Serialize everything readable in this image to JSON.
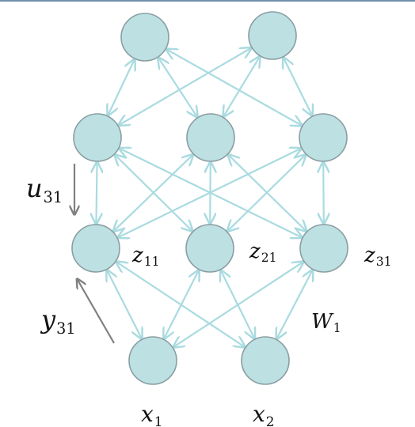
{
  "colors": {
    "node_fill": "#bde0e3",
    "node_stroke": "#8a9ea2",
    "edge": "#a9dbe0",
    "annotation_arrow": "#808080",
    "top_rule": "#6f8faf"
  },
  "labels": {
    "z11": {
      "base": "z",
      "sub": "11"
    },
    "z21": {
      "base": "z",
      "sub": "21"
    },
    "z31": {
      "base": "z",
      "sub": "31"
    },
    "u31": {
      "base": "u",
      "sub": "31"
    },
    "y31": {
      "base": "y",
      "sub": "31"
    },
    "w1": {
      "base": "W",
      "sub": "1"
    },
    "x1": {
      "base": "x",
      "sub": "1"
    },
    "x2": {
      "base": "x",
      "sub": "2"
    }
  },
  "layers": [
    {
      "name": "output",
      "size": 2
    },
    {
      "name": "hidden-2",
      "size": 3
    },
    {
      "name": "hidden-1",
      "size": 3
    },
    {
      "name": "input",
      "size": 2
    }
  ],
  "connectivity": "fully-connected between adjacent layers, bidirectional arrows"
}
